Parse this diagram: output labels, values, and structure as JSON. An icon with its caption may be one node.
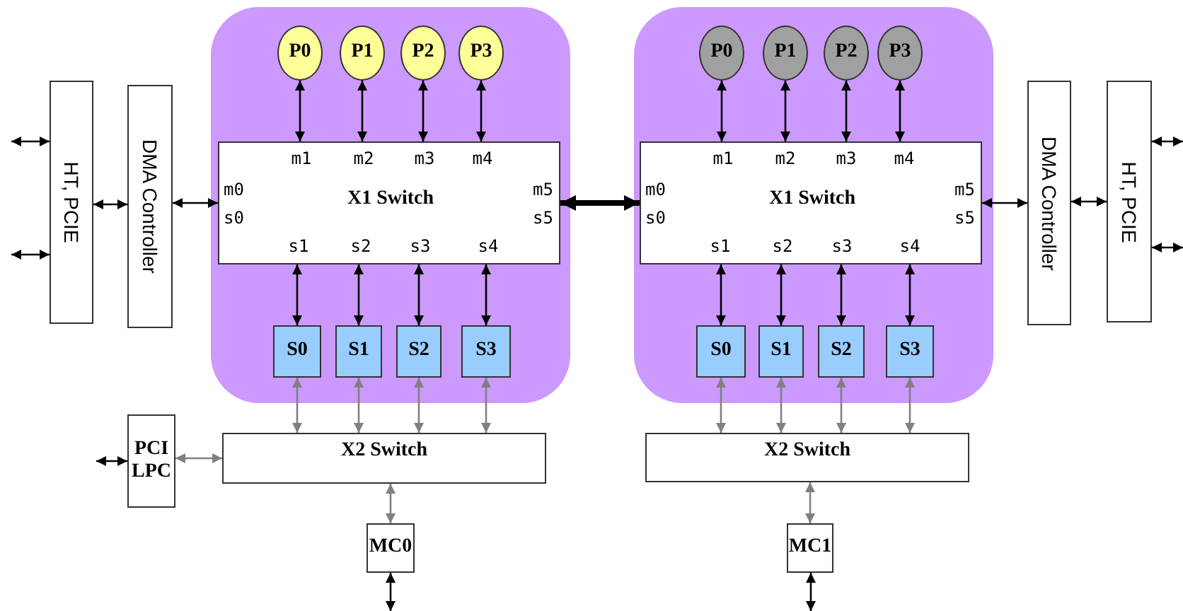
{
  "diagram": {
    "nodes": [
      {
        "text": [
          "HT, PCIE"
        ]
      },
      {
        "text": [
          "DMA Controller"
        ]
      },
      {
        "text": [],
        "shape": "box"
      },
      {
        "text": [
          "P0"
        ],
        "in": 2
      },
      {
        "text": [
          "P1"
        ],
        "in": 2
      },
      {
        "text": [
          "P2"
        ],
        "in": 2
      },
      {
        "text": [
          "P3"
        ],
        "in": 2
      },
      {
        "text": [
          "m1",
          "m2",
          "m3",
          "m4",
          "m0",
          "X1 Switch",
          "m5",
          "s0",
          "s5",
          "s1",
          "s2",
          "s3",
          "s4"
        ],
        "in": 2
      },
      {
        "text": [
          "S0"
        ],
        "in": 2
      },
      {
        "text": [
          "S1"
        ],
        "in": 2
      },
      {
        "text": [
          "S2"
        ],
        "in": 2
      },
      {
        "text": [
          "S3"
        ],
        "in": 2
      },
      {
        "text": [],
        "shape": "box"
      },
      {
        "text": [
          "P0"
        ],
        "in": 12
      },
      {
        "text": [
          "P1"
        ],
        "in": 12
      },
      {
        "text": [
          "P2"
        ],
        "in": 12
      },
      {
        "text": [
          "P3"
        ],
        "in": 12
      },
      {
        "text": [
          "m1",
          "m2",
          "m3",
          "m4",
          "m0",
          "X1 Switch",
          "m5",
          "s0",
          "s5",
          "s1",
          "s2",
          "s3",
          "s4"
        ],
        "in": 12
      },
      {
        "text": [
          "S0"
        ],
        "in": 12
      },
      {
        "text": [
          "S1"
        ],
        "in": 12
      },
      {
        "text": [
          "S2"
        ],
        "in": 12
      },
      {
        "text": [
          "S3"
        ],
        "in": 12
      },
      {
        "text": [
          "DMA Controller"
        ]
      },
      {
        "text": [
          "HT, PCIE"
        ]
      },
      {
        "text": [
          "PCI LPC"
        ]
      },
      {
        "text": [
          "X2 Switch"
        ]
      },
      {
        "text": [
          "MC0"
        ]
      },
      {
        "text": [
          "X2 Switch"
        ]
      },
      {
        "text": [
          "MC1"
        ]
      }
    ],
    "edges": [
      {
        "from": null,
        "to": 0,
        "arrow": "both"
      },
      {
        "from": null,
        "to": 0,
        "arrow": "both"
      },
      {
        "from": 0,
        "to": 1,
        "arrow": "both"
      },
      {
        "from": 1,
        "to": 7,
        "arrow": "both"
      },
      {
        "from": 3,
        "to": 7,
        "arrow": "both"
      },
      {
        "from": 4,
        "to": 7,
        "arrow": "both"
      },
      {
        "from": 5,
        "to": 7,
        "arrow": "both"
      },
      {
        "from": 6,
        "to": 7,
        "arrow": "both"
      },
      {
        "from": 7,
        "to": 8,
        "arrow": "both"
      },
      {
        "from": 7,
        "to": 9,
        "arrow": "both"
      },
      {
        "from": 7,
        "to": 10,
        "arrow": "both"
      },
      {
        "from": 7,
        "to": 11,
        "arrow": "both"
      },
      {
        "from": 7,
        "to": 17,
        "arrow": "both",
        "style": "thick"
      },
      {
        "from": 13,
        "to": 17,
        "arrow": "both"
      },
      {
        "from": 14,
        "to": 17,
        "arrow": "both"
      },
      {
        "from": 15,
        "to": 17,
        "arrow": "both"
      },
      {
        "from": 16,
        "to": 17,
        "arrow": "both"
      },
      {
        "from": 17,
        "to": 18,
        "arrow": "both"
      },
      {
        "from": 17,
        "to": 19,
        "arrow": "both"
      },
      {
        "from": 17,
        "to": 20,
        "arrow": "both"
      },
      {
        "from": 17,
        "to": 21,
        "arrow": "both"
      },
      {
        "from": 17,
        "to": 22,
        "arrow": "both"
      },
      {
        "from": 22,
        "to": 23,
        "arrow": "both"
      },
      {
        "from": 23,
        "to": null,
        "arrow": "both"
      },
      {
        "from": 23,
        "to": null,
        "arrow": "both"
      },
      {
        "from": 8,
        "to": 25,
        "arrow": "both",
        "color": "#808080"
      },
      {
        "from": 9,
        "to": 25,
        "arrow": "both",
        "color": "#808080"
      },
      {
        "from": 10,
        "to": 25,
        "arrow": "both",
        "color": "#808080"
      },
      {
        "from": 11,
        "to": 25,
        "arrow": "both",
        "color": "#808080"
      },
      {
        "from": null,
        "to": 24,
        "arrow": "both"
      },
      {
        "from": 24,
        "to": 25,
        "arrow": "both",
        "color": "#808080"
      },
      {
        "from": 25,
        "to": 26,
        "arrow": "both",
        "color": "#808080"
      },
      {
        "from": 26,
        "to": null,
        "arrow": "both"
      },
      {
        "from": 18,
        "to": 27,
        "arrow": "both",
        "color": "#808080"
      },
      {
        "from": 19,
        "to": 27,
        "arrow": "both",
        "color": "#808080"
      },
      {
        "from": 20,
        "to": 27,
        "arrow": "both",
        "color": "#808080"
      },
      {
        "from": 21,
        "to": 27,
        "arrow": "both",
        "color": "#808080"
      },
      {
        "from": 27,
        "to": 28,
        "arrow": "both",
        "color": "#808080"
      },
      {
        "from": 28,
        "to": null,
        "arrow": "both"
      }
    ]
  }
}
